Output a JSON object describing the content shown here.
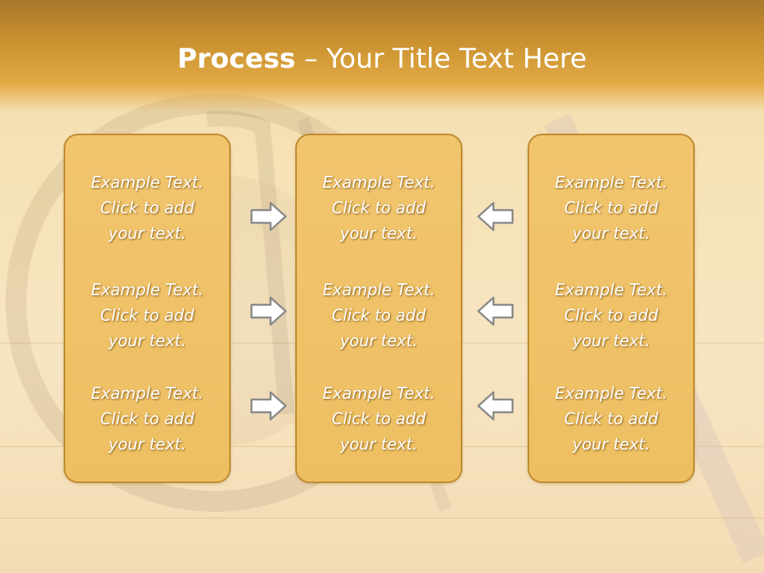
{
  "slide": {
    "title_bold": "Process",
    "title_rest": " – Your Title Text Here"
  },
  "colors": {
    "header": "#c8902e",
    "panel_fill": "#f0c268",
    "panel_border": "#c08a2e",
    "text": "#ffffff"
  },
  "columns": [
    {
      "name": "left",
      "items": [
        {
          "line1": "Example Text.",
          "line2": "Click  to add",
          "line3": "your text."
        },
        {
          "line1": "Example Text.",
          "line2": "Click  to add",
          "line3": "your text."
        },
        {
          "line1": "Example Text.",
          "line2": "Click  to add",
          "line3": "your text."
        }
      ]
    },
    {
      "name": "center",
      "items": [
        {
          "line1": "Example Text.",
          "line2": "Click  to add",
          "line3": "your text."
        },
        {
          "line1": "Example Text.",
          "line2": "Click  to add",
          "line3": "your text."
        },
        {
          "line1": "Example Text.",
          "line2": "Click  to add",
          "line3": "your text."
        }
      ]
    },
    {
      "name": "right",
      "items": [
        {
          "line1": "Example Text.",
          "line2": "Click  to add",
          "line3": "your text."
        },
        {
          "line1": "Example Text.",
          "line2": "Click  to add",
          "line3": "your text."
        },
        {
          "line1": "Example Text.",
          "line2": "Click  to add",
          "line3": "your text."
        }
      ]
    }
  ],
  "arrows": {
    "left_group": "right-arrow-icon",
    "right_group": "left-arrow-icon"
  }
}
